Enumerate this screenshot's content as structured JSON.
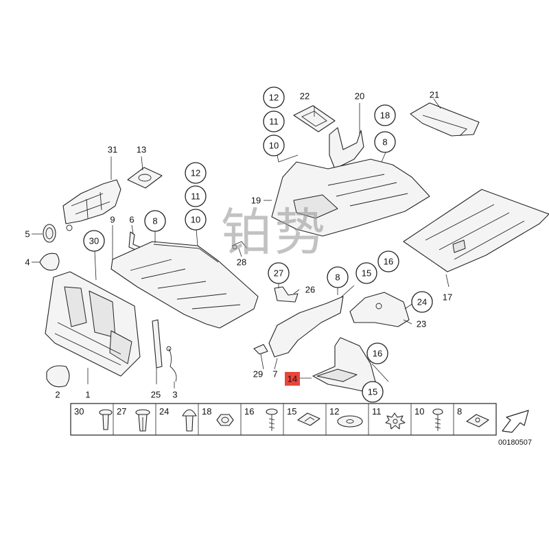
{
  "watermark": "铂势",
  "highlight_color": "#e8453c",
  "document_number": "00180507",
  "callouts": {
    "c1": "1",
    "c2": "2",
    "c3": "3",
    "c4": "4",
    "c5": "5",
    "c6": "6",
    "c7": "7",
    "c8a": "8",
    "c8b": "8",
    "c8c": "8",
    "c9": "9",
    "c10a": "10",
    "c10b": "10",
    "c11a": "11",
    "c11b": "11",
    "c12a": "12",
    "c12b": "12",
    "c13": "13",
    "c14": "14",
    "c15a": "15",
    "c15b": "15",
    "c16a": "16",
    "c16b": "16",
    "c17": "17",
    "c18": "18",
    "c19": "19",
    "c20": "20",
    "c21": "21",
    "c22": "22",
    "c23": "23",
    "c24": "24",
    "c25": "25",
    "c26": "26",
    "c27": "27",
    "c28": "28",
    "c29": "29",
    "c30": "30",
    "c31": "31"
  },
  "legend": [
    {
      "number": "30",
      "icon": "push-rivet-icon"
    },
    {
      "number": "27",
      "icon": "expanding-rivet-icon"
    },
    {
      "number": "24",
      "icon": "plastic-plug-icon"
    },
    {
      "number": "18",
      "icon": "hex-nut-icon"
    },
    {
      "number": "16",
      "icon": "flange-screw-icon"
    },
    {
      "number": "15",
      "icon": "spring-nut-icon"
    },
    {
      "number": "12",
      "icon": "washer-icon"
    },
    {
      "number": "11",
      "icon": "star-lock-washer-icon"
    },
    {
      "number": "10",
      "icon": "self-tapping-screw-icon"
    },
    {
      "number": "8",
      "icon": "clip-nut-icon"
    }
  ]
}
